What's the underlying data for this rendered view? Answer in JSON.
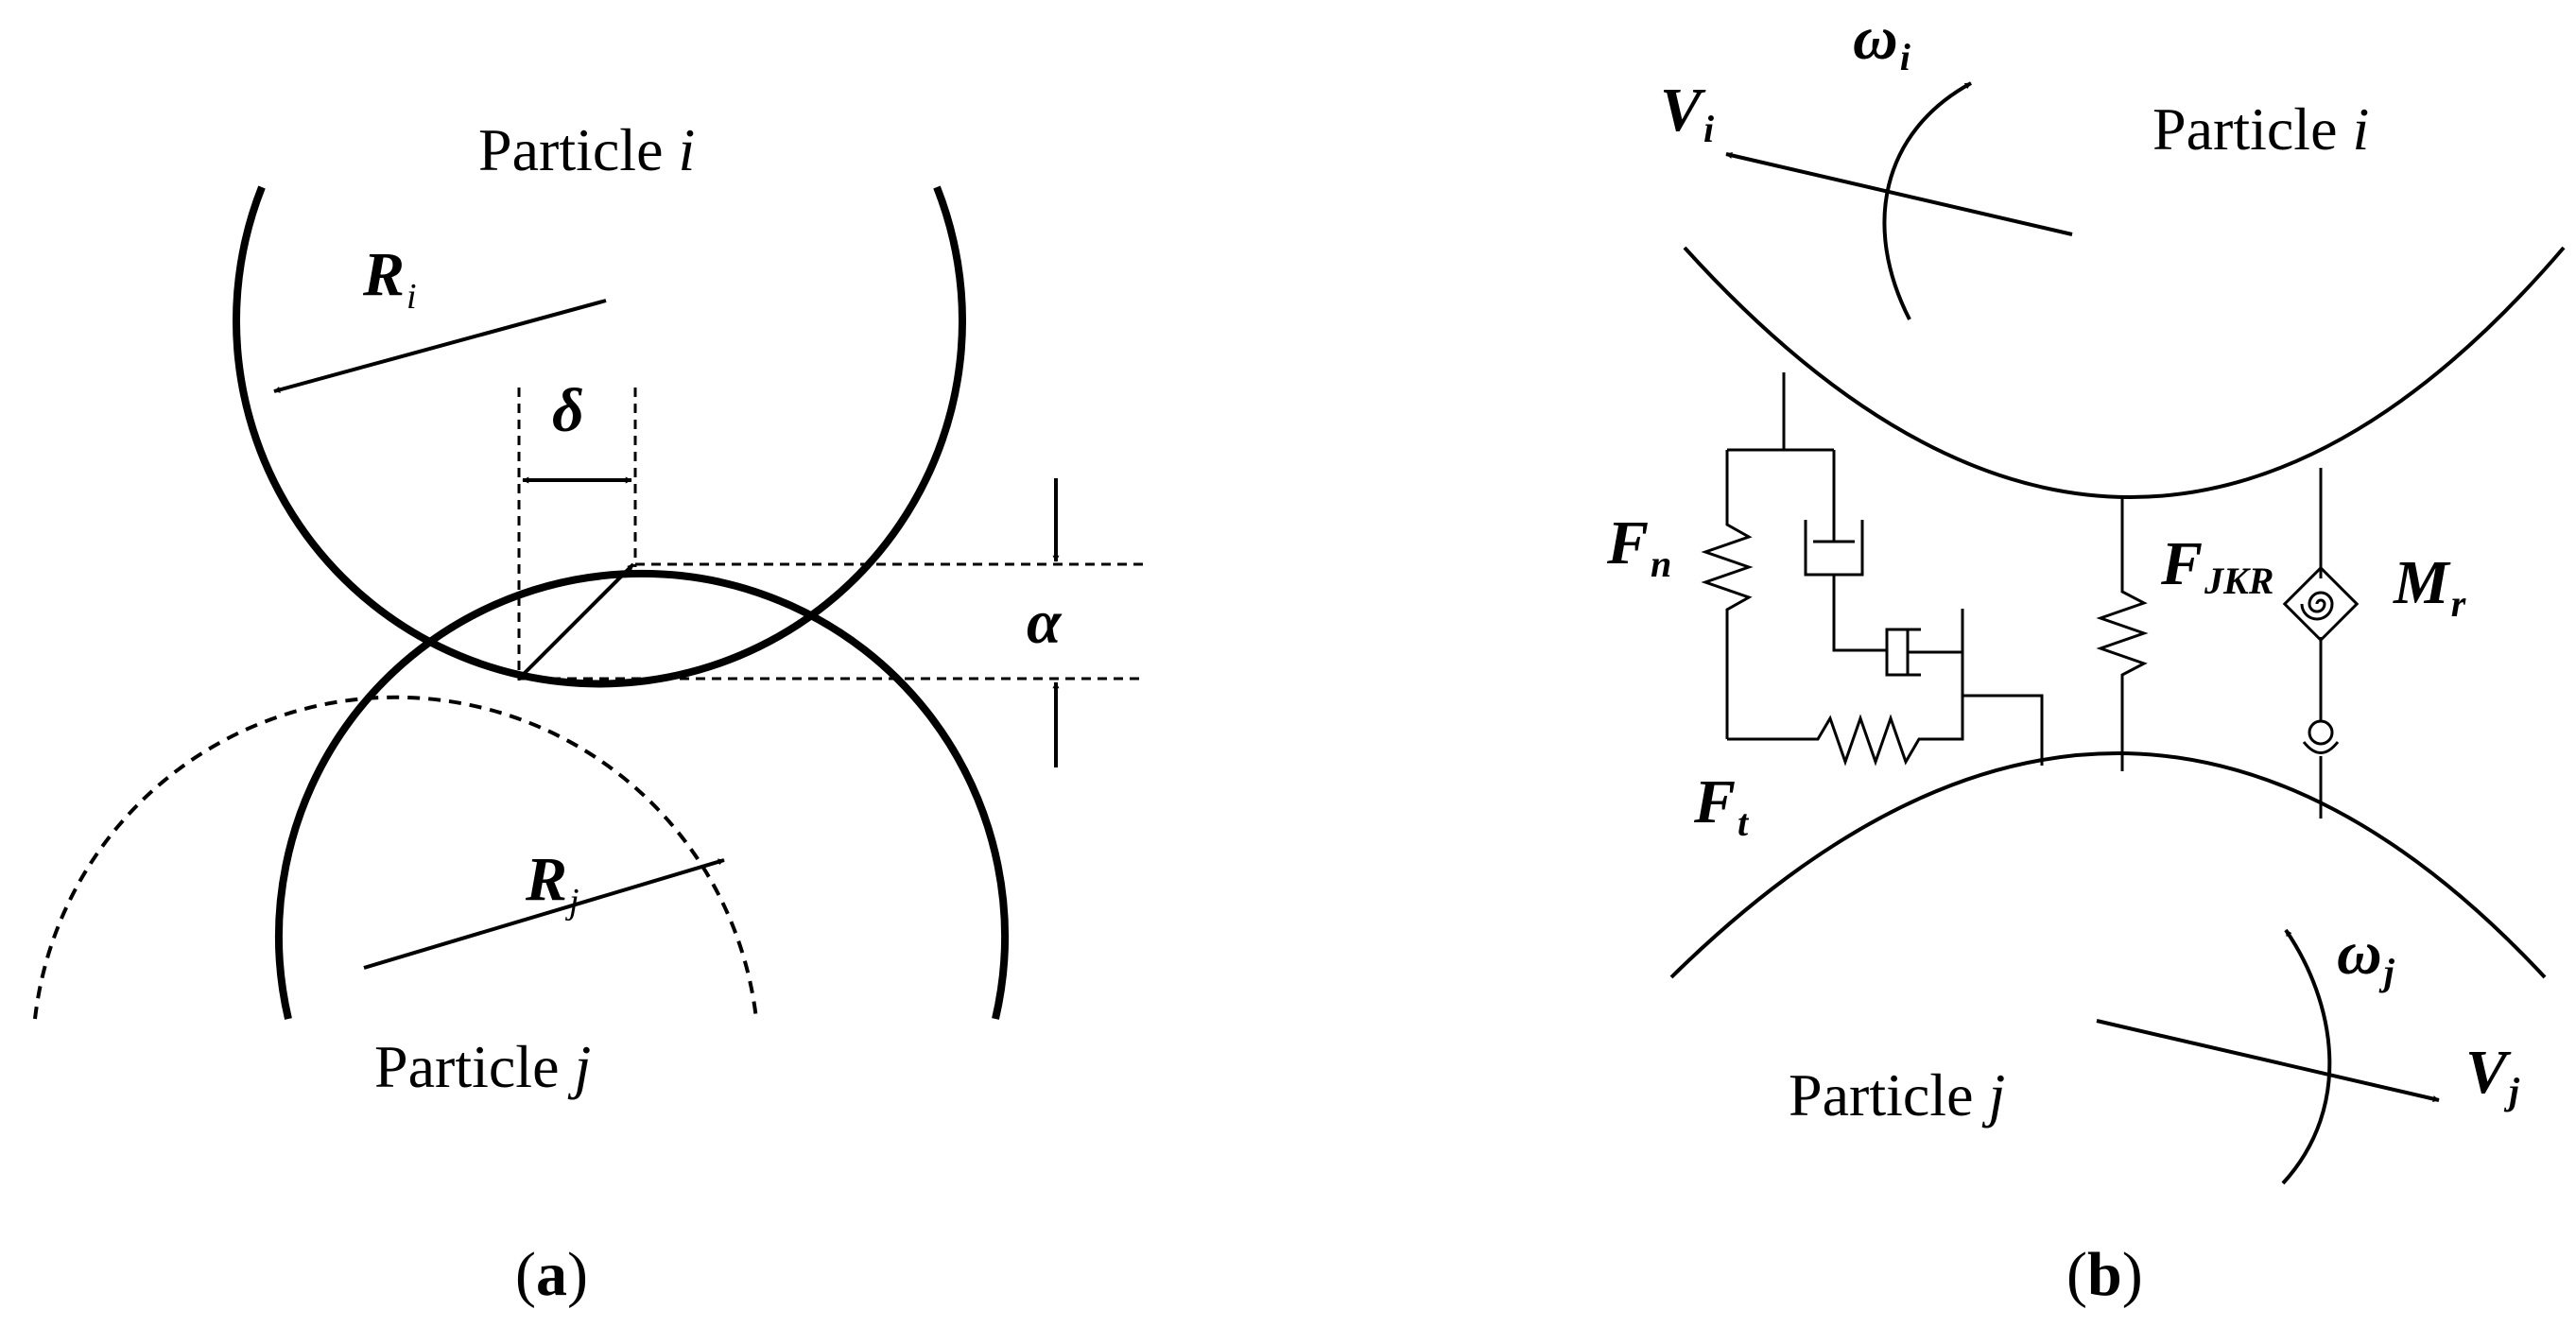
{
  "panel_a": {
    "particle_i": {
      "name": "Particle ",
      "var": "i"
    },
    "particle_j": {
      "name": "Particle ",
      "var": "j"
    },
    "radius_i": {
      "sym": "R",
      "sub": "i"
    },
    "radius_j": {
      "sym": "R",
      "sub": "j"
    },
    "delta": "δ",
    "alpha": "α",
    "caption": {
      "open": "(",
      "letter": "a",
      "close": ")"
    }
  },
  "panel_b": {
    "particle_i": {
      "name": "Particle ",
      "var": "i"
    },
    "particle_j": {
      "name": "Particle ",
      "var": "j"
    },
    "velocity_i": {
      "sym": "V",
      "sub": "i"
    },
    "velocity_j": {
      "sym": "V",
      "sub": "j"
    },
    "omega_i": {
      "sym": "ω",
      "sub": "i"
    },
    "omega_j": {
      "sym": "ω",
      "sub": "j"
    },
    "force_n": {
      "sym": "F",
      "sub": "n"
    },
    "force_t": {
      "sym": "F",
      "sub": "t"
    },
    "force_jkr": {
      "sym": "F",
      "sub": "JKR"
    },
    "moment_r": {
      "sym": "M",
      "sub": "r"
    },
    "caption": {
      "open": "(",
      "letter": "b",
      "close": ")"
    }
  }
}
